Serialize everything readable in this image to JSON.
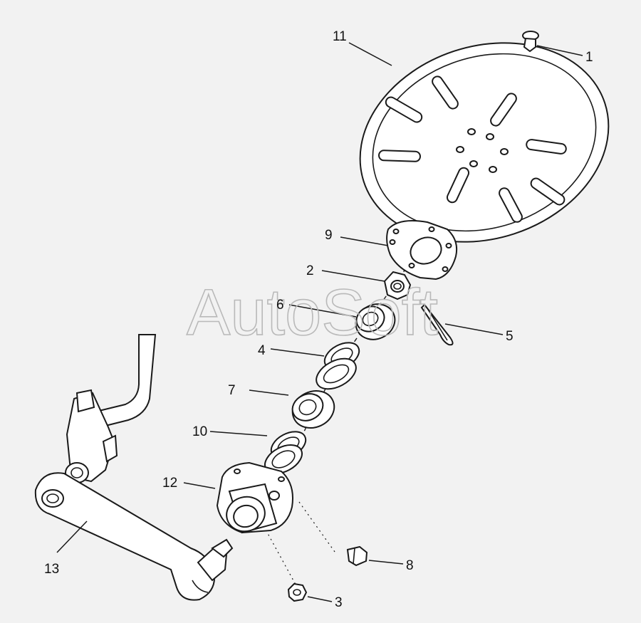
{
  "diagram": {
    "watermark": "AutoSoft",
    "callouts": [
      {
        "id": "1",
        "label": "1"
      },
      {
        "id": "2",
        "label": "2"
      },
      {
        "id": "3",
        "label": "3"
      },
      {
        "id": "4",
        "label": "4"
      },
      {
        "id": "5",
        "label": "5"
      },
      {
        "id": "6",
        "label": "6"
      },
      {
        "id": "7",
        "label": "7"
      },
      {
        "id": "8",
        "label": "8"
      },
      {
        "id": "9",
        "label": "9"
      },
      {
        "id": "10",
        "label": "10"
      },
      {
        "id": "11",
        "label": "11"
      },
      {
        "id": "12",
        "label": "12"
      },
      {
        "id": "13",
        "label": "13"
      }
    ]
  },
  "colors": {
    "background": "#f2f2f2",
    "line": "#1a1a1a",
    "watermark": "#b9b9b9"
  }
}
